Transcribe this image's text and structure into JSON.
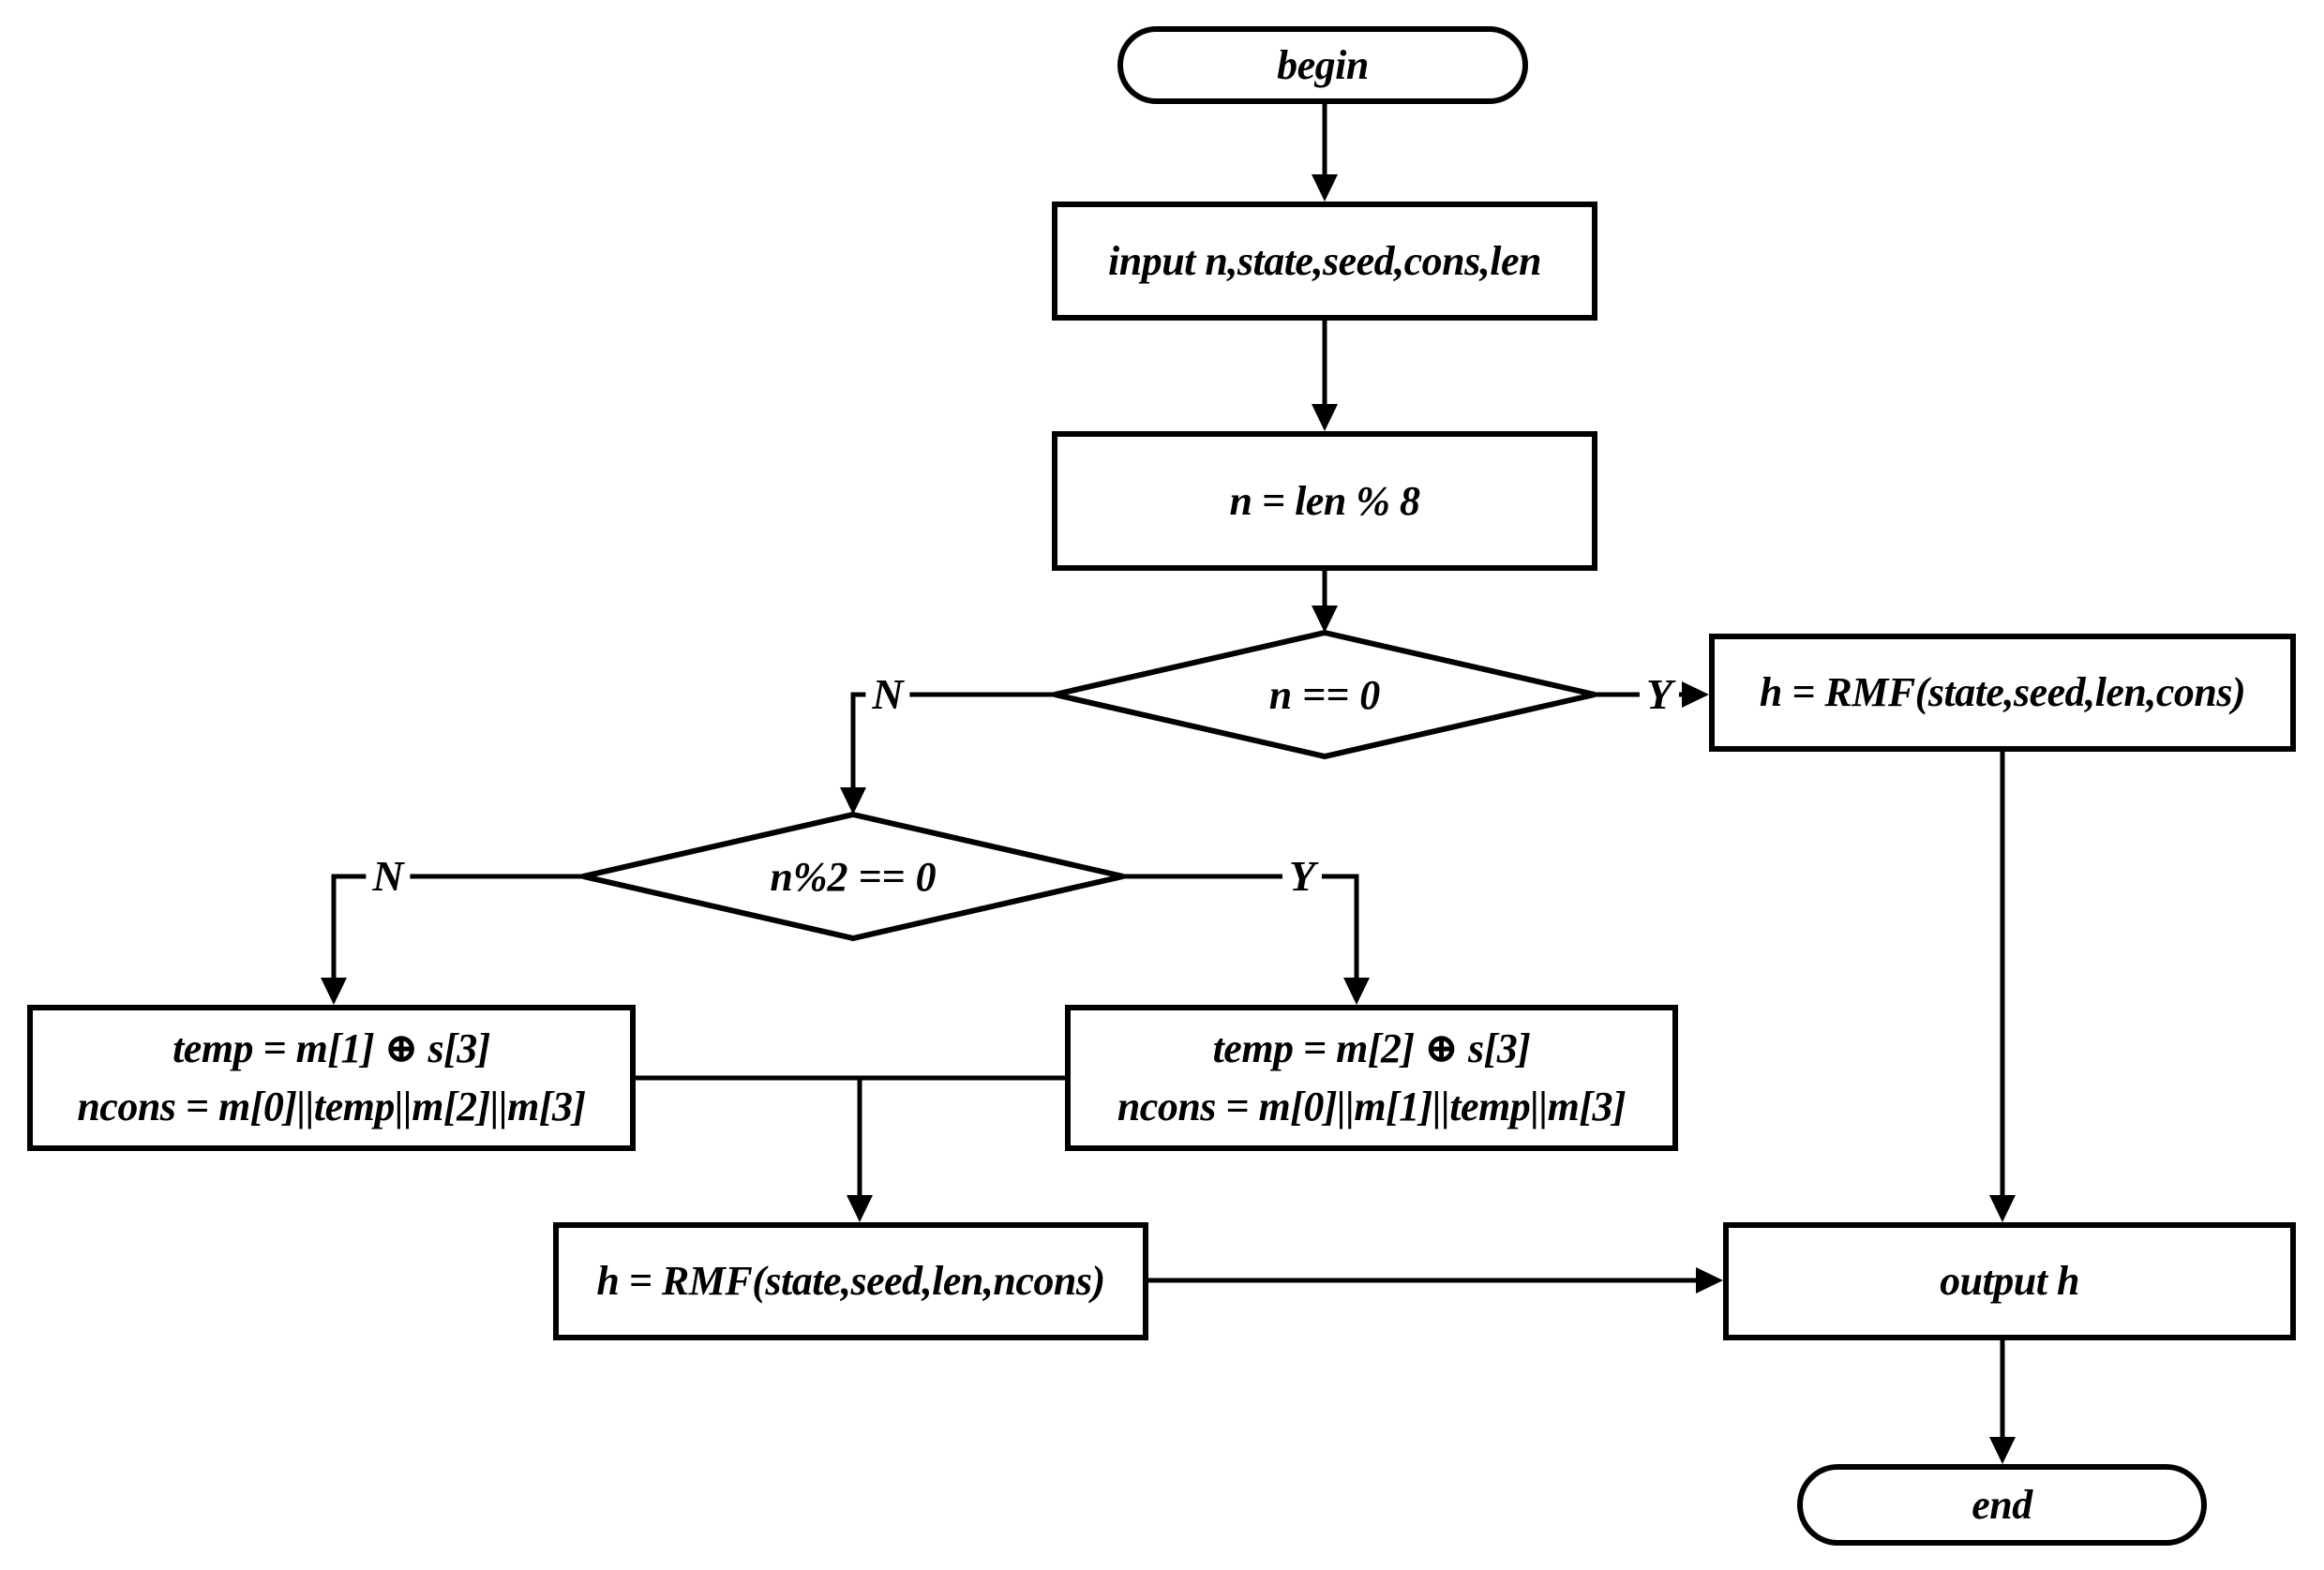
{
  "diagram": {
    "background": "#ffffff",
    "line_color": "#000000",
    "node_fill": "#ffffff",
    "nodes": {
      "begin": {
        "type": "terminator",
        "label": "begin"
      },
      "input": {
        "type": "process",
        "label": "input n,state,seed,cons,len"
      },
      "mod": {
        "type": "process",
        "label": "n = len % 8"
      },
      "decision_n_zero": {
        "type": "decision",
        "label": "n == 0"
      },
      "rmf_cons": {
        "type": "process",
        "label": "h = RMF(state,seed,len,cons)"
      },
      "decision_n_mod2": {
        "type": "decision",
        "label": "n%2 == 0"
      },
      "case_odd": {
        "type": "process",
        "line1": "temp = m[1] ⊕ s[3]",
        "line2": "ncons = m[0]||temp||m[2]||m[3]"
      },
      "case_even": {
        "type": "process",
        "line1": "temp = m[2] ⊕ s[3]",
        "line2": "ncons = m[0]||m[1]||temp||m[3]"
      },
      "rmf_ncons": {
        "type": "process",
        "label": "h = RMF(state,seed,len,ncons)"
      },
      "output": {
        "type": "process",
        "label": "output h"
      },
      "end": {
        "type": "terminator",
        "label": "end"
      }
    },
    "branch_labels": {
      "d1_yes": "Y",
      "d1_no": "N",
      "d2_yes": "Y",
      "d2_no": "N"
    }
  }
}
